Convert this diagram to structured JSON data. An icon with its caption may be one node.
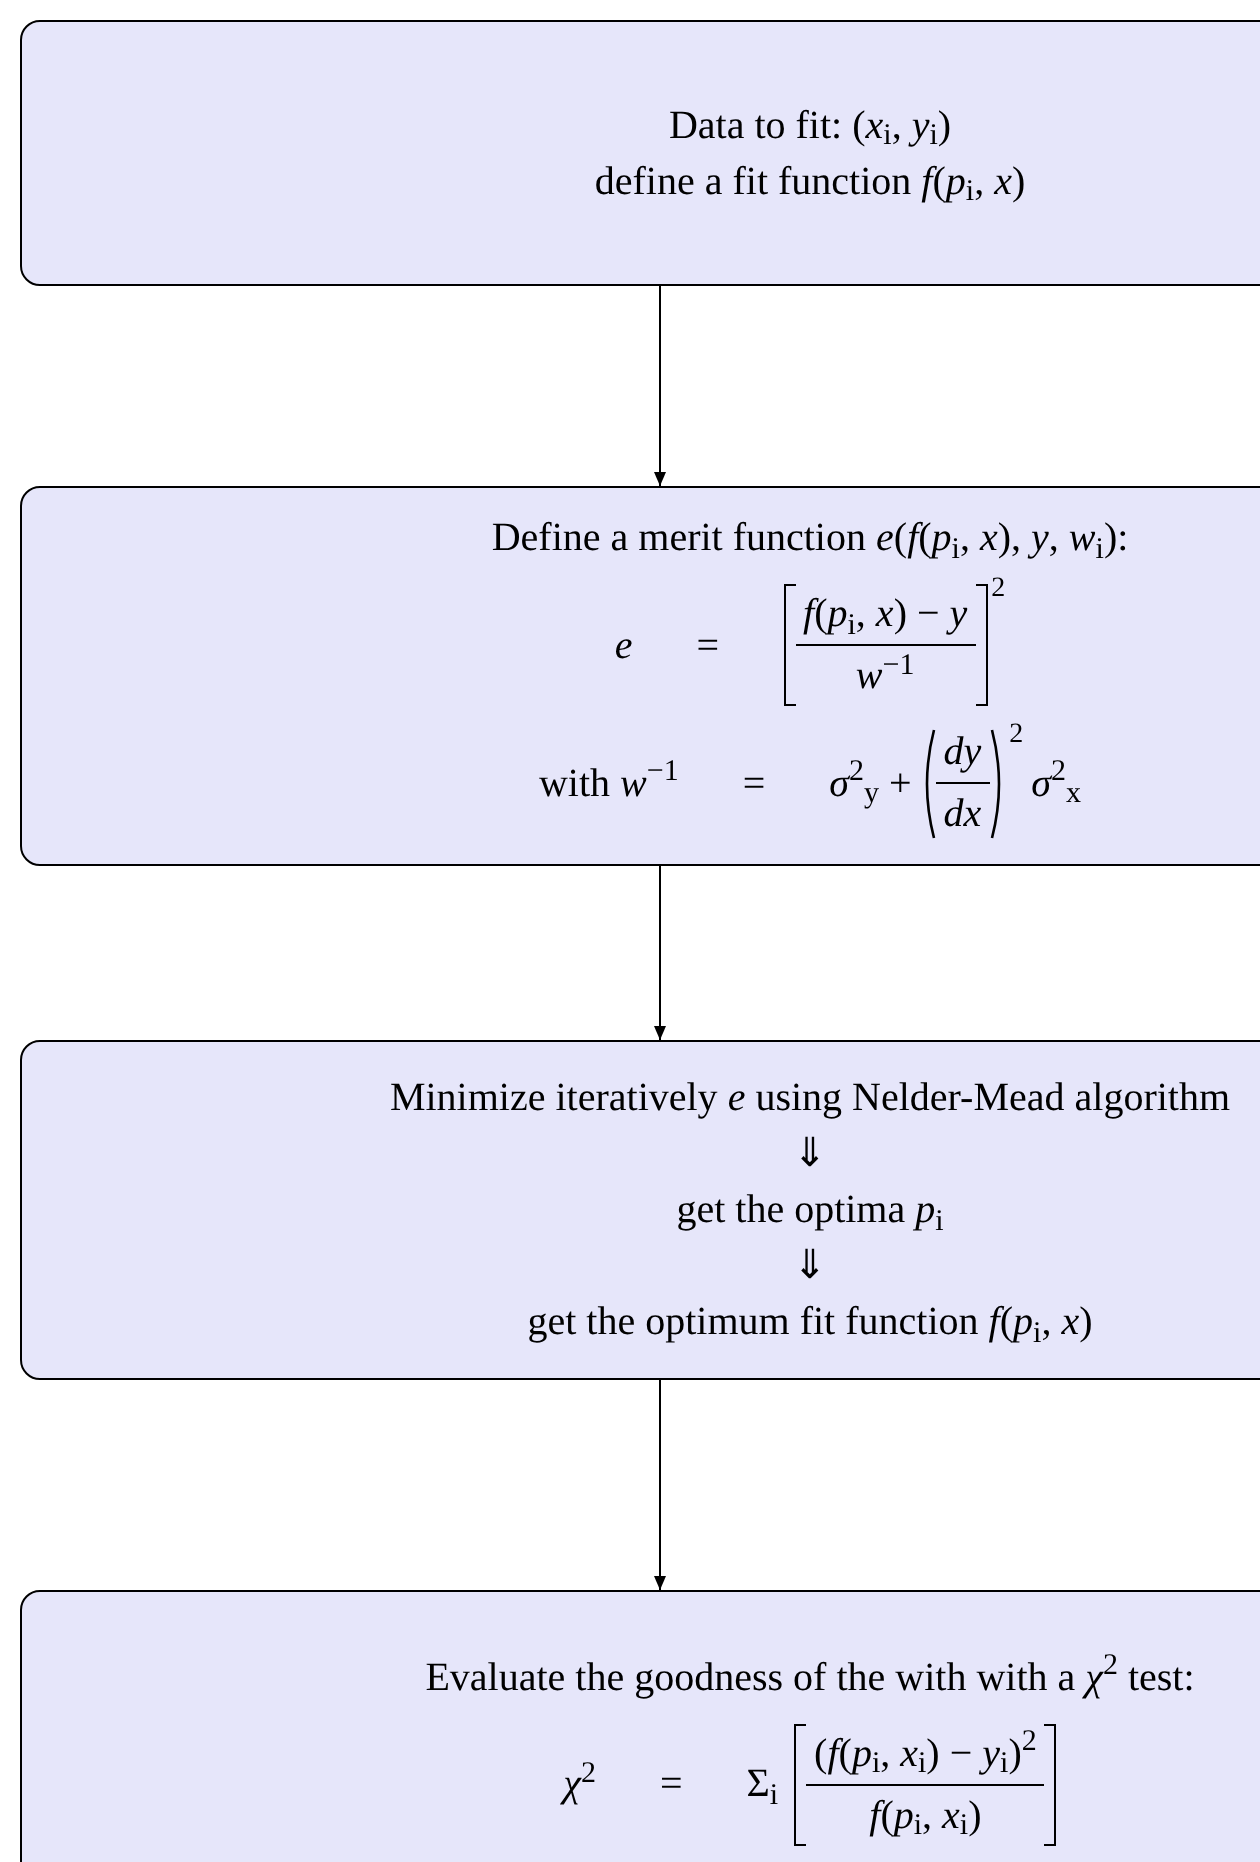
{
  "diagram": {
    "nodes": [
      {
        "text": [
          "Data to fit: (*x*$_{i}$, *y*$_{i}$)",
          "define a fit function *f*(*p*$_{i}$, *x*)"
        ]
      },
      {
        "text": [
          "Define a merit function *e*(*f*(*p*$_{i}$, *x*), *y*, *w*$_{i}$):",
          "*e*",
          "=",
          "*f*(*p*$_{i}$, *x*) − *y*",
          "*w*$^{−1}$",
          "2",
          "with *w*$^{−1}$",
          "=",
          "*σ*$^{2}$$_{y}$ +",
          "*dy*",
          "*dx*",
          "2",
          "*σ*$^{2}$$_{x}$"
        ]
      },
      {
        "text": [
          "Minimize iteratively *e* using Nelder-Mead algorithm",
          "⇓",
          "get the optima *p*$_{i}$",
          "⇓",
          "get the optimum fit function *f*(*p*$_{i}$, *x*)"
        ]
      },
      {
        "text": [
          "Evaluate the goodness of the with with a *χ*$^{2}$ test:",
          "*χ*$^{2}$",
          "=",
          "Σ$_{i}$",
          "(*f*(*p*$_{i}$, *x*$_{i}$) − *y*$_{i}$)$^{2}$",
          "*f*(*p*$_{i}$, *x*$_{i}$)"
        ]
      }
    ],
    "edges": [
      {
        "from": 0,
        "to": 1,
        "arrow": "to"
      },
      {
        "from": 1,
        "to": 2,
        "arrow": "to"
      },
      {
        "from": 2,
        "to": 3,
        "arrow": "to"
      }
    ]
  }
}
